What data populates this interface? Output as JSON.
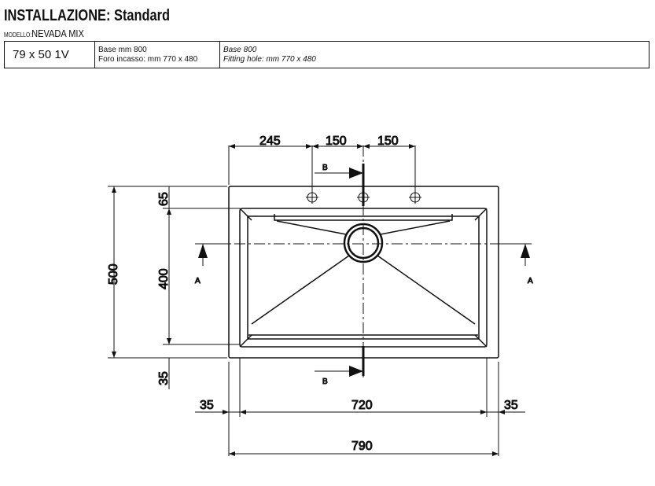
{
  "header": {
    "title_prefix": "INSTALLAZIONE:",
    "title_value": "Standard",
    "model_label": "MODELLO:",
    "model_name": "NEVADA MIX"
  },
  "spec": {
    "size": "79 x 50 1V",
    "it_line1": "Base mm 800",
    "it_line2": "Foro incasso: mm 770 x 480",
    "en_line1": "Base 800",
    "en_line2": "Fitting hole: mm 770 x 480"
  },
  "dims": {
    "d245": "245",
    "d150a": "150",
    "d150b": "150",
    "d500": "500",
    "d400": "400",
    "d65": "65",
    "d35v": "35",
    "d35l": "35",
    "d720": "720",
    "d35r": "35",
    "d790": "790"
  },
  "sections": {
    "a": "A",
    "b": "B"
  }
}
